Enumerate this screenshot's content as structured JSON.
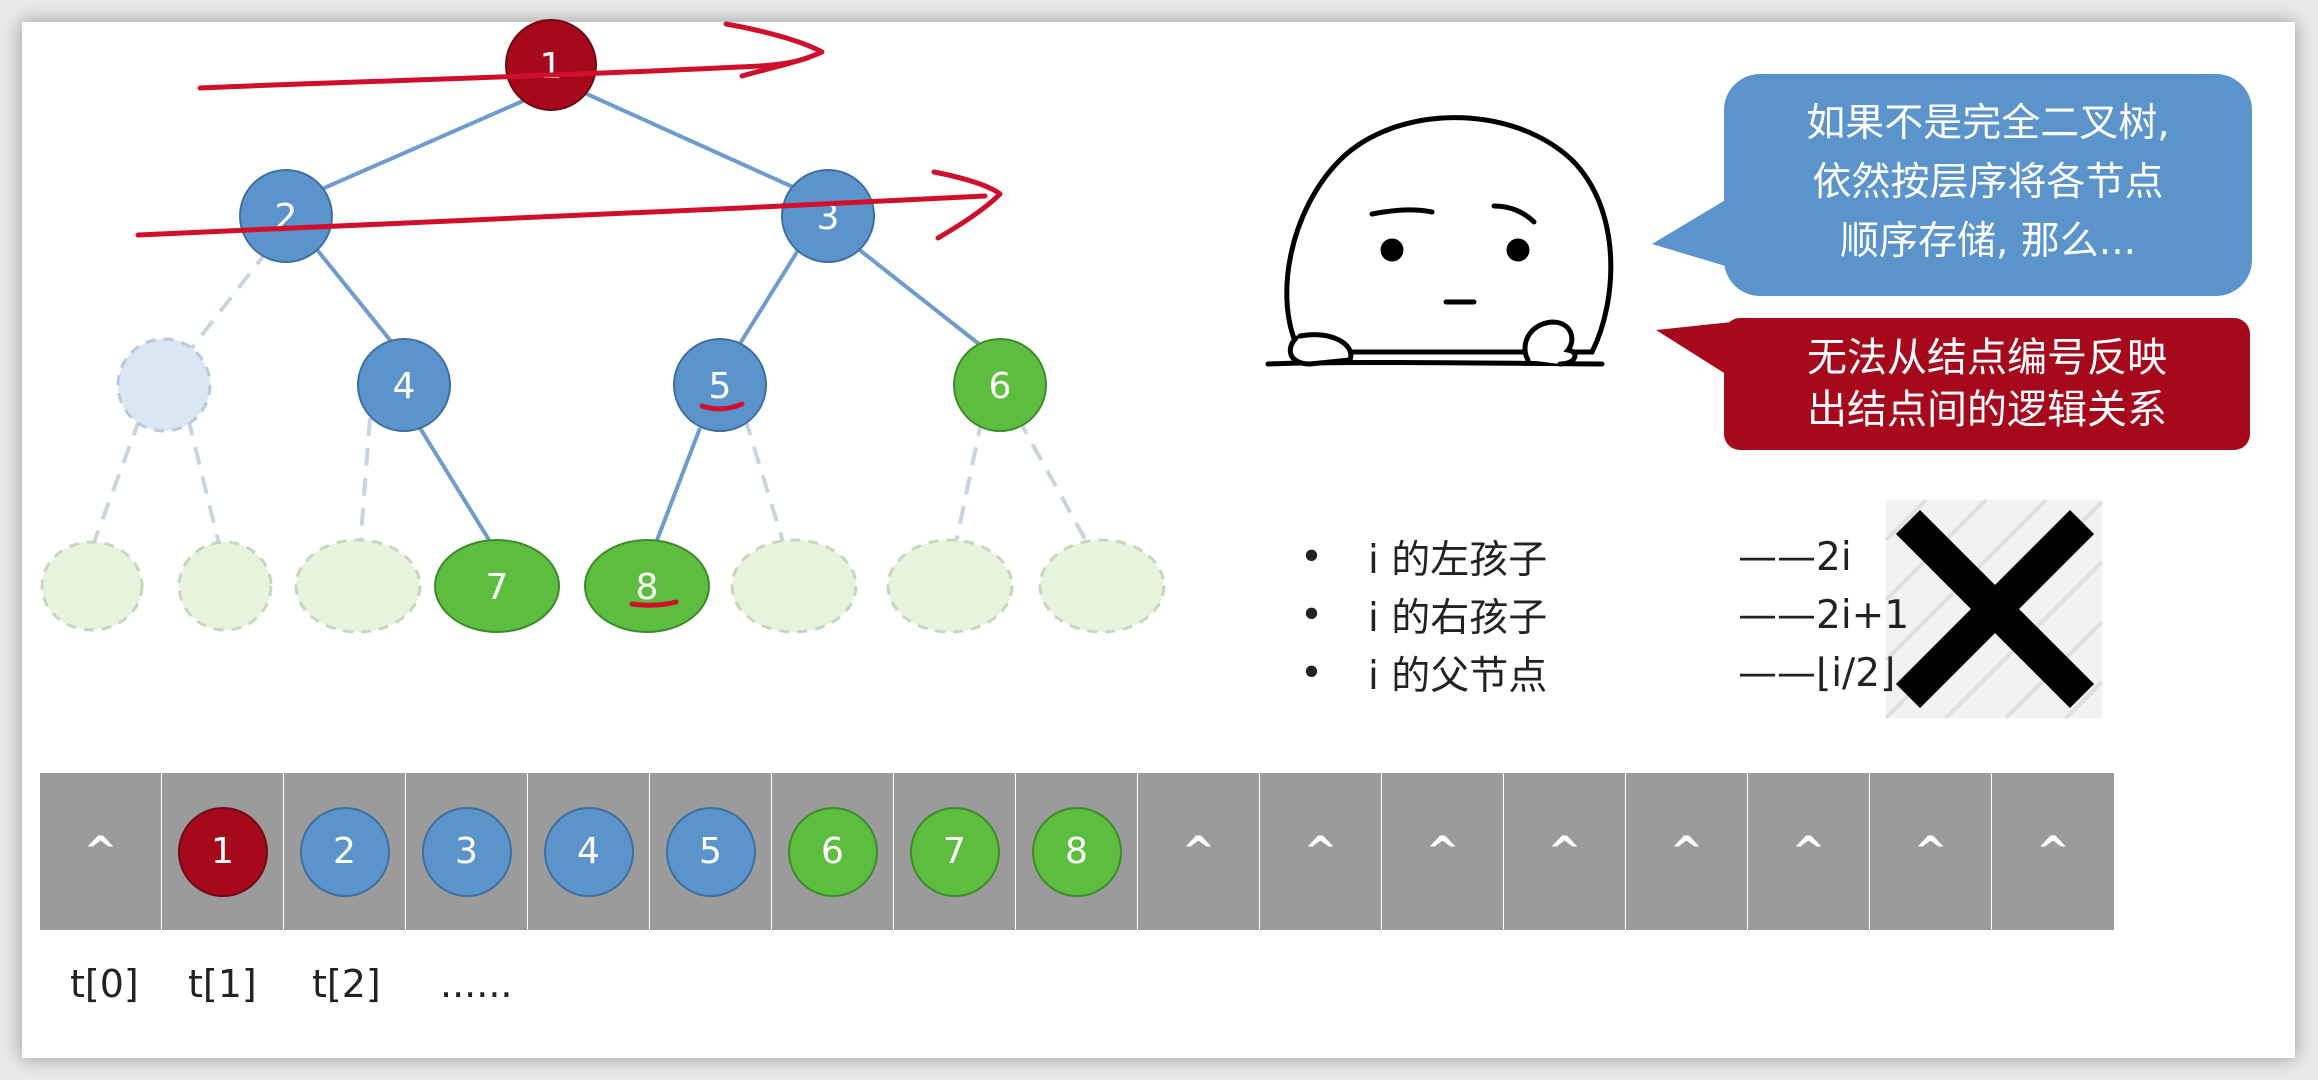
{
  "colors": {
    "root_red": "#a6091c",
    "level_blue": "#5b93cb",
    "leaf_green": "#5cbd3f",
    "ghost_blue": "#dbe6f3",
    "ghost_green": "#e8f3de",
    "cell_gray": "#9b9b9b",
    "edge_blue": "#6e9ccd",
    "annotation_red": "#d0102a"
  },
  "tree": {
    "nodes": [
      {
        "id": "1",
        "label": "1",
        "color": "red"
      },
      {
        "id": "2",
        "label": "2",
        "color": "blue"
      },
      {
        "id": "3",
        "label": "3",
        "color": "blue"
      },
      {
        "id": "4",
        "label": "4",
        "color": "blue"
      },
      {
        "id": "5",
        "label": "5",
        "color": "blue"
      },
      {
        "id": "6",
        "label": "6",
        "color": "green"
      },
      {
        "id": "7",
        "label": "7",
        "color": "green"
      },
      {
        "id": "8",
        "label": "8",
        "color": "green"
      }
    ],
    "edges": [
      [
        "1",
        "2"
      ],
      [
        "1",
        "3"
      ],
      [
        "2",
        "4"
      ],
      [
        "3",
        "5"
      ],
      [
        "3",
        "6"
      ],
      [
        "4",
        "7"
      ],
      [
        "5",
        "8"
      ]
    ]
  },
  "question_bubble": {
    "line1": "如果不是完全二叉树,",
    "line2": "依然按层序将各节点",
    "line3": "顺序存储, 那么..."
  },
  "answer_bubble": {
    "line1": "无法从结点编号反映",
    "line2": "出结点间的逻辑关系"
  },
  "rules": [
    {
      "bullet": "•",
      "label": "i 的左孩子",
      "value": "——2i"
    },
    {
      "bullet": "•",
      "label": "i 的右孩子",
      "value": "——2i+1"
    },
    {
      "bullet": "•",
      "label": "i 的父节点",
      "value": "——⌊i/2⌋"
    }
  ],
  "array": {
    "cells": [
      {
        "text": "^",
        "kind": "null"
      },
      {
        "text": "1",
        "kind": "red"
      },
      {
        "text": "2",
        "kind": "blue"
      },
      {
        "text": "3",
        "kind": "blue"
      },
      {
        "text": "4",
        "kind": "blue"
      },
      {
        "text": "5",
        "kind": "blue"
      },
      {
        "text": "6",
        "kind": "green"
      },
      {
        "text": "7",
        "kind": "green"
      },
      {
        "text": "8",
        "kind": "green"
      },
      {
        "text": "^",
        "kind": "null"
      },
      {
        "text": "^",
        "kind": "null"
      },
      {
        "text": "^",
        "kind": "null"
      },
      {
        "text": "^",
        "kind": "null"
      },
      {
        "text": "^",
        "kind": "null"
      },
      {
        "text": "^",
        "kind": "null"
      },
      {
        "text": "^",
        "kind": "null"
      },
      {
        "text": "^",
        "kind": "null"
      }
    ],
    "index_labels": [
      "t[0]",
      "t[1]",
      "t[2]",
      "......"
    ]
  }
}
